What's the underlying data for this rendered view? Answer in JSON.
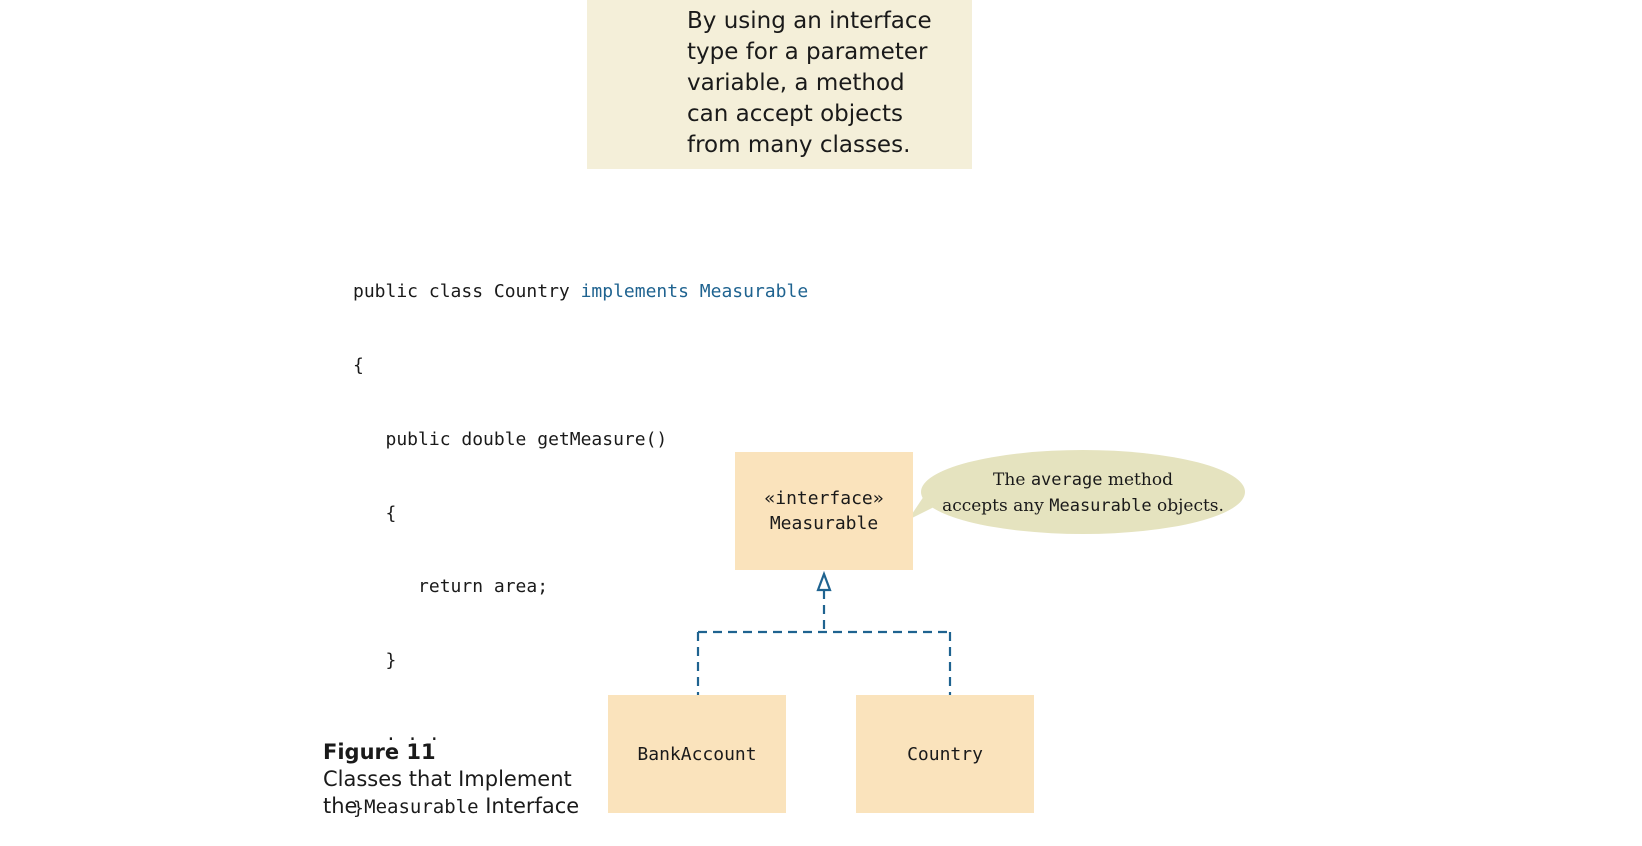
{
  "note": {
    "lines": [
      "By using an interface",
      "type for a parameter",
      "variable, a method",
      "can accept objects",
      "from many classes."
    ]
  },
  "code": {
    "line1_plain": "public class Country ",
    "line1_highlight": "implements Measurable",
    "lines": [
      "{",
      "   public double getMeasure()",
      "   {",
      "      return area;",
      "   }",
      "   . . .",
      "}"
    ]
  },
  "diagram": {
    "interface_box": {
      "stereotype": "«interface»",
      "name": "Measurable"
    },
    "class_boxes": [
      "BankAccount",
      "Country"
    ],
    "callout": {
      "line1_pre": "The ",
      "line1_code": "average",
      "line1_post": " method",
      "line2_pre": "accepts any ",
      "line2_code": "Measurable",
      "line2_post": " objects."
    },
    "colors": {
      "box_fill": "#fae3bc",
      "callout_fill": "#e5e3bf",
      "arrow": "#1f6390",
      "note_fill": "#f4efd9"
    }
  },
  "caption": {
    "label": "Figure 11",
    "line1": "Classes that Implement",
    "line2_pre": "the ",
    "line2_code": "Measurable",
    "line2_post": " Interface"
  }
}
